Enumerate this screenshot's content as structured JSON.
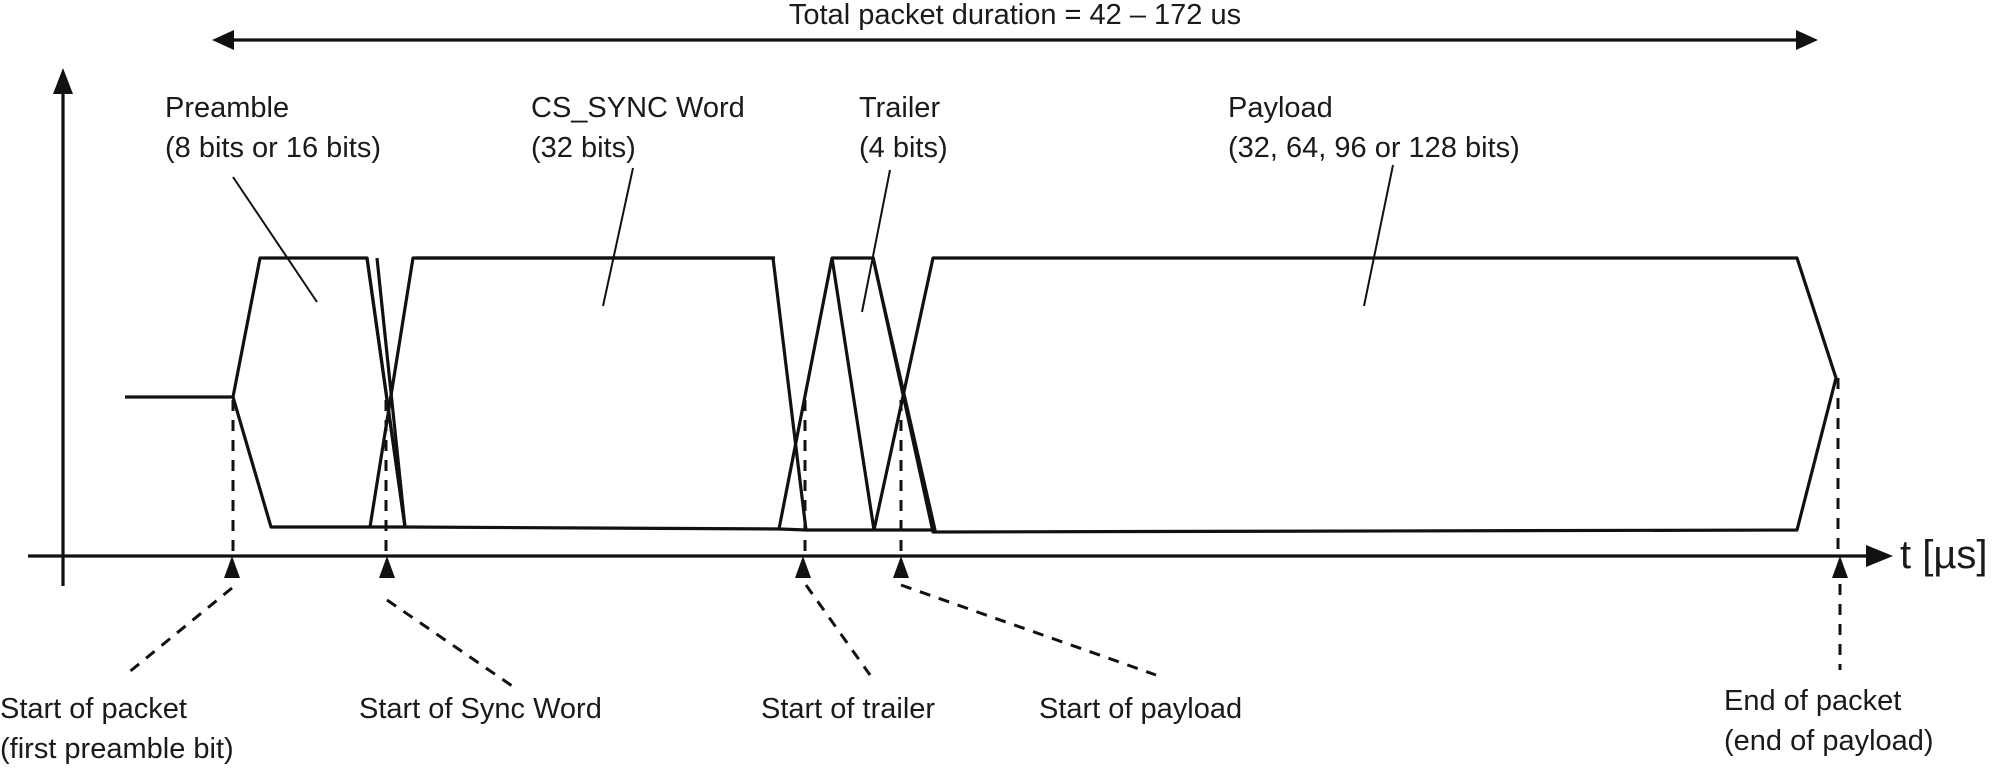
{
  "duration": {
    "label": "Total packet duration = 42 – 172 us"
  },
  "axis": {
    "label": "t [µs]"
  },
  "fields": [
    {
      "name": "Preamble",
      "size": "(8 bits or 16 bits)"
    },
    {
      "name": "CS_SYNC Word",
      "size": "(32 bits)"
    },
    {
      "name": "Trailer",
      "size": "(4 bits)"
    },
    {
      "name": "Payload",
      "size": "(32, 64, 96 or 128 bits)"
    }
  ],
  "markers": [
    {
      "line1": "Start of packet",
      "line2": "(first preamble bit)"
    },
    {
      "line1": "Start of Sync Word",
      "line2": ""
    },
    {
      "line1": "Start of trailer",
      "line2": ""
    },
    {
      "line1": "Start of payload",
      "line2": ""
    },
    {
      "line1": "End of packet",
      "line2": "(end of payload)"
    }
  ]
}
